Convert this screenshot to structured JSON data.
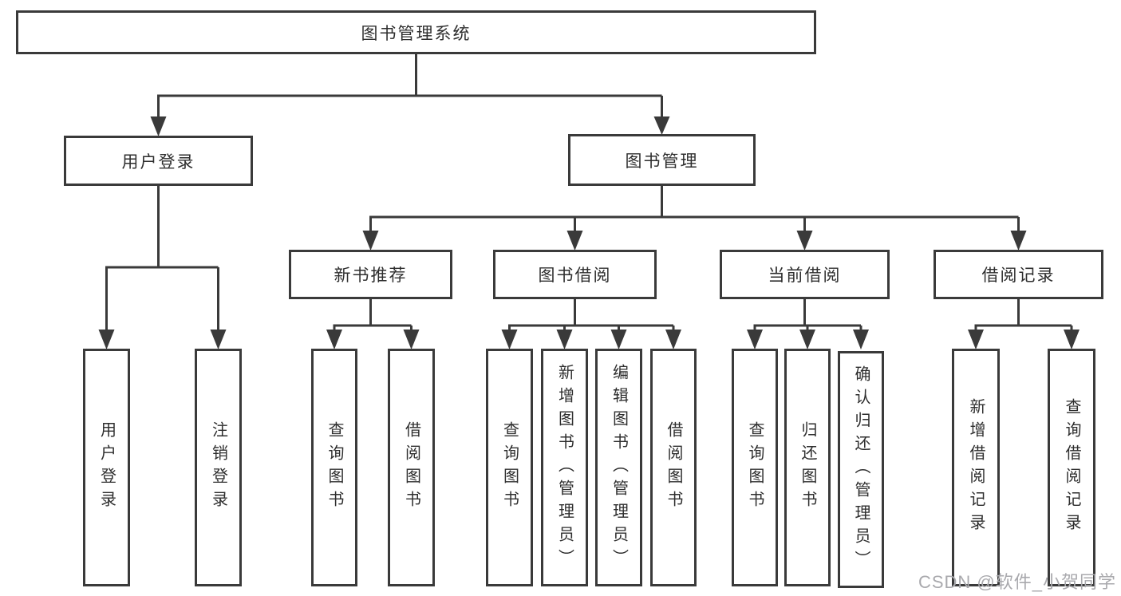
{
  "tree": {
    "label": "图书管理系统",
    "children": [
      {
        "label": "用户登录",
        "children": [
          {
            "label": "用户登录"
          },
          {
            "label": "注销登录"
          }
        ]
      },
      {
        "label": "图书管理",
        "children": [
          {
            "label": "新书推荐",
            "children": [
              {
                "label": "查询图书"
              },
              {
                "label": "借阅图书"
              }
            ]
          },
          {
            "label": "图书借阅",
            "children": [
              {
                "label": "查询图书"
              },
              {
                "label": "新增图书（管理员）"
              },
              {
                "label": "编辑图书（管理员）"
              },
              {
                "label": "借阅图书"
              }
            ]
          },
          {
            "label": "当前借阅",
            "children": [
              {
                "label": "查询图书"
              },
              {
                "label": "归还图书"
              },
              {
                "label": "确认归还（管理员）"
              }
            ]
          },
          {
            "label": "借阅记录",
            "children": [
              {
                "label": "新增借阅记录"
              },
              {
                "label": "查询借阅记录"
              }
            ]
          }
        ]
      }
    ]
  },
  "watermark": "CSDN @软件_小贺同学",
  "colors": {
    "line": "#3a3a3a",
    "text": "#2e2e2e",
    "watermark": "#a9a9ad",
    "background": "#ffffff"
  }
}
